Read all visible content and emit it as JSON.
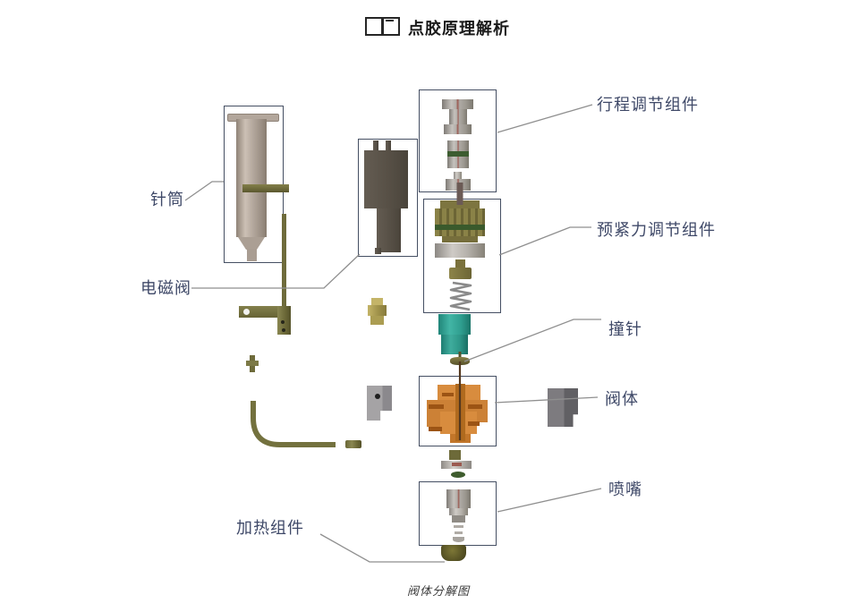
{
  "header": {
    "title": "点胶原理解析",
    "icon": "split-window-icon"
  },
  "labels": {
    "stroke_adjustment": "行程调节组件",
    "preload_adjustment": "预紧力调节组件",
    "striker_pin": "撞针",
    "valve_body": "阀体",
    "nozzle": "喷嘴",
    "syringe": "针筒",
    "solenoid_valve": "电磁阀",
    "heating_assembly": "加热组件"
  },
  "caption": "阀体分解图",
  "colors": {
    "title_text": "#1a1a1a",
    "label_text": "#3f4968",
    "box_border": "#454f63",
    "leader_line": "#8f8f8f",
    "metal_gray": "#a8a49f",
    "olive": "#7c7747",
    "brass": "#ac9c55",
    "teal": "#2a9c8c",
    "valve_orange": "#d2843a",
    "solenoid_gray": "#575046",
    "syringe_tan": "#b4a89d",
    "green_band": "#3c5c30"
  }
}
